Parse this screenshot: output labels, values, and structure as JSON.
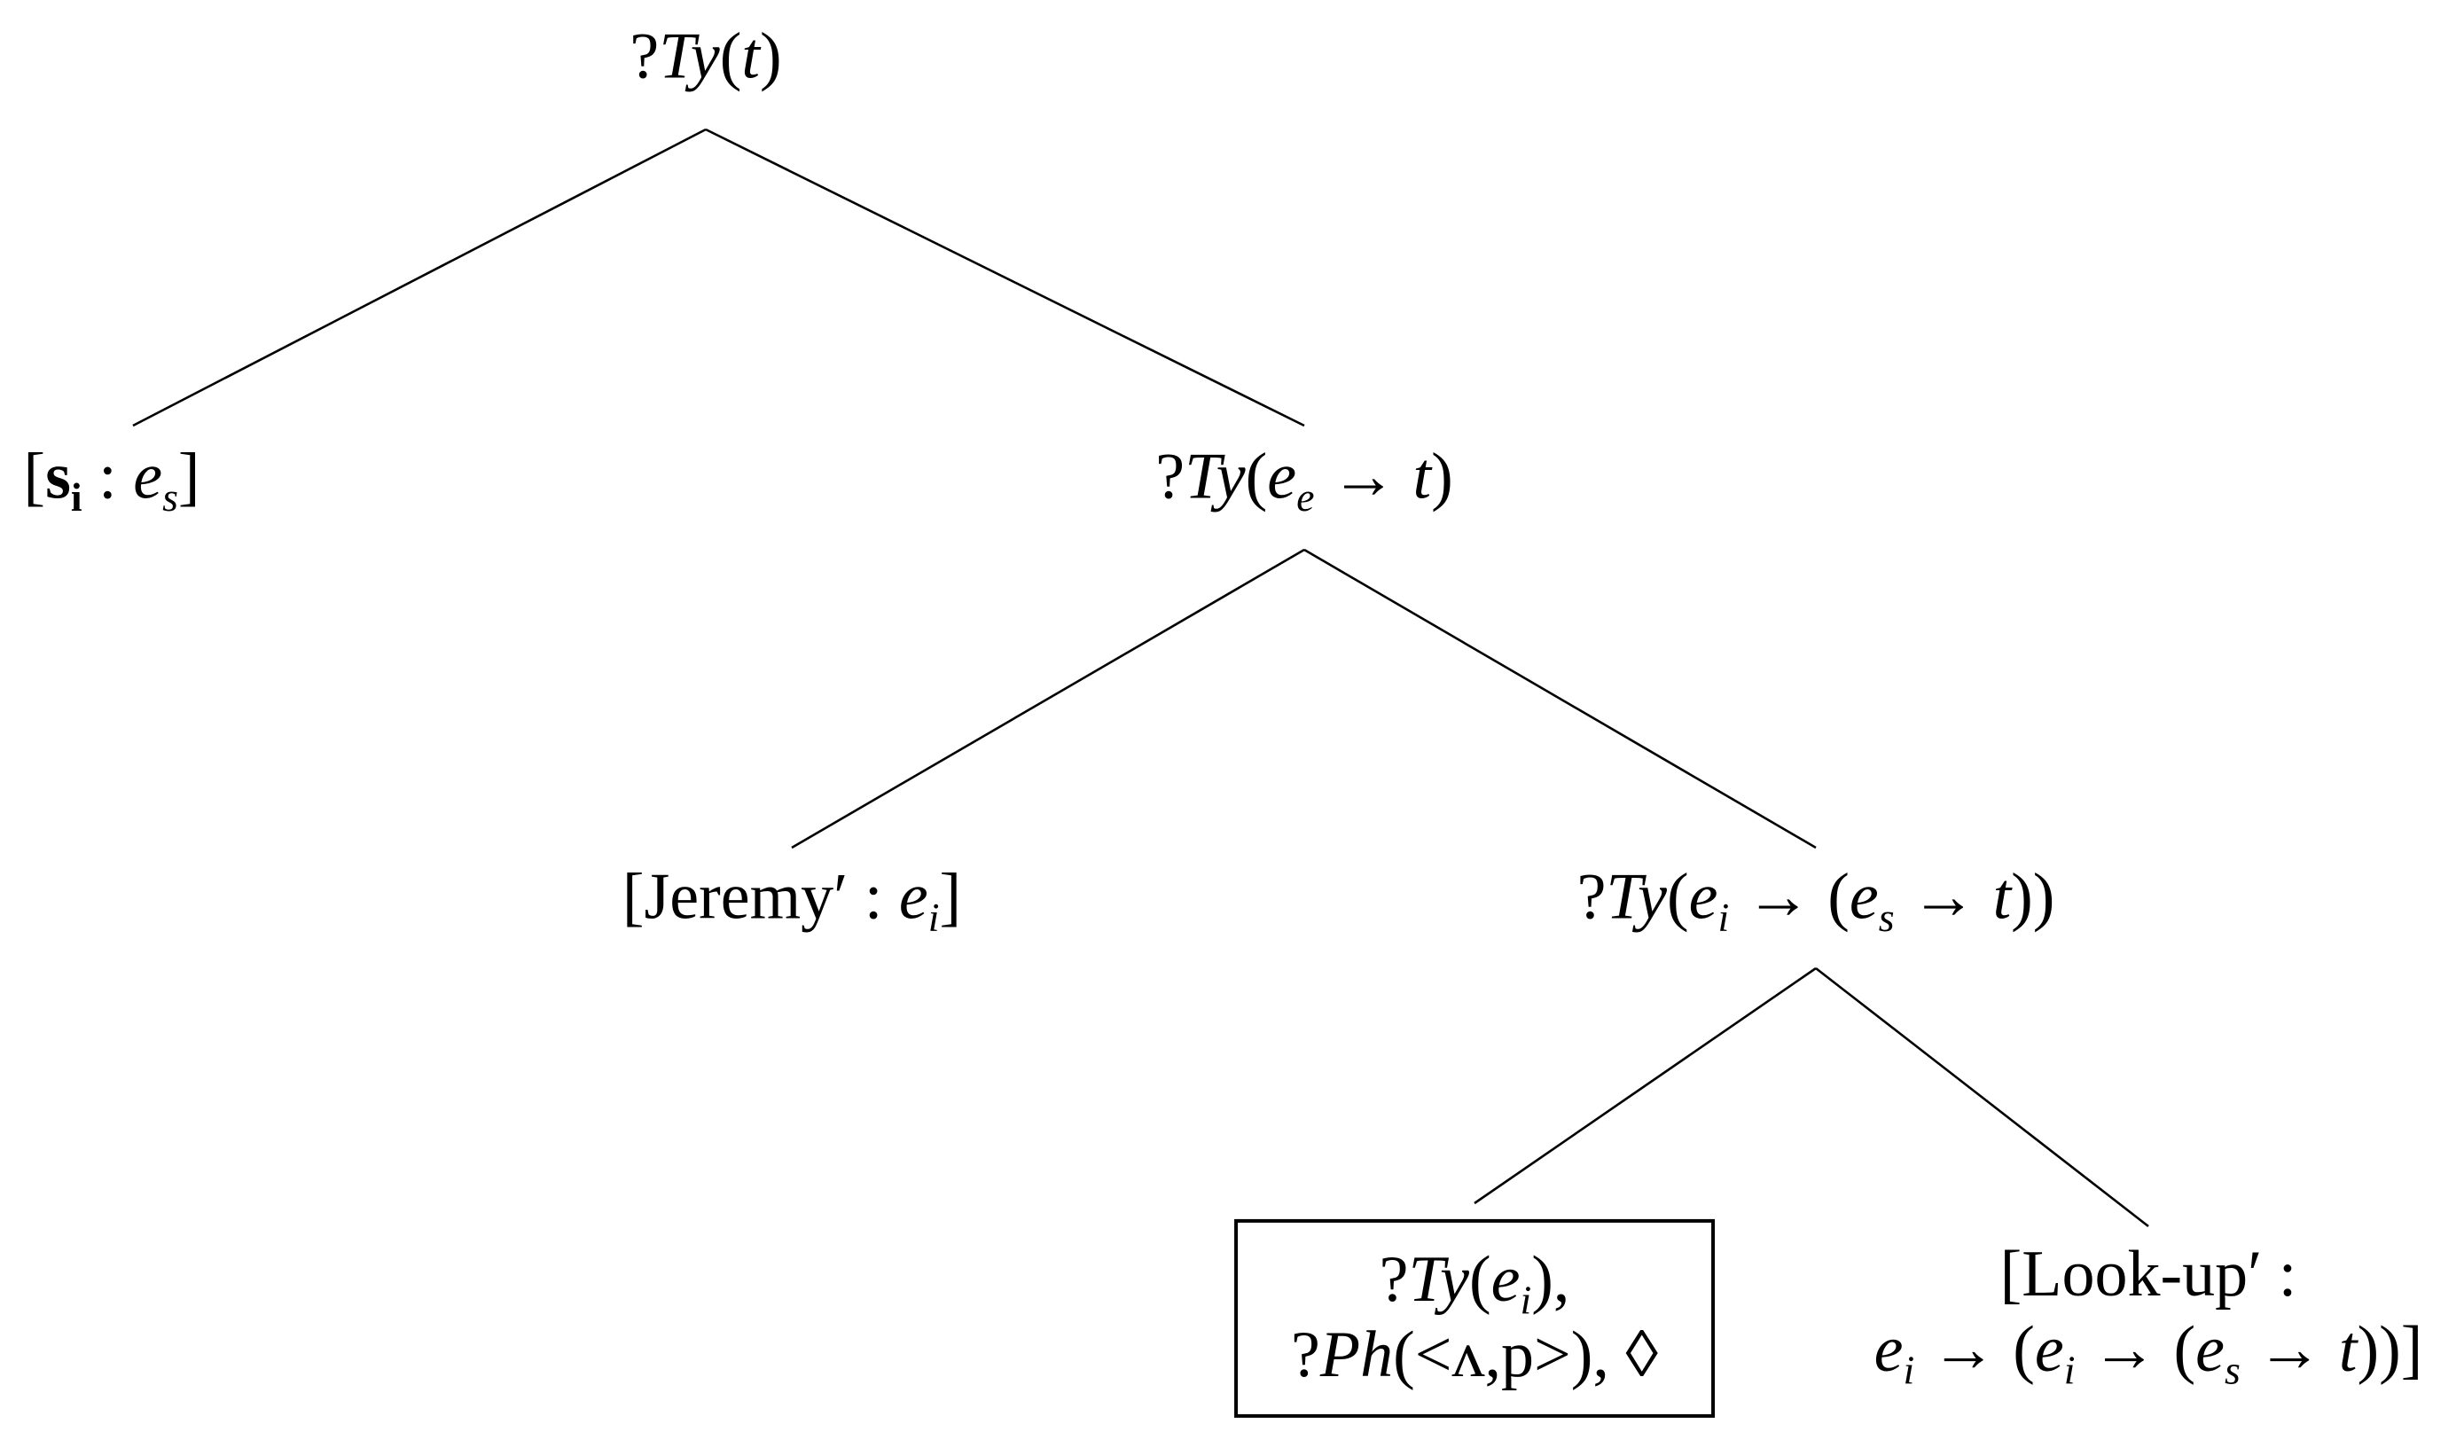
{
  "root": {
    "q": "?",
    "ty": "Ty",
    "open": "(",
    "t": "t",
    "close": ")"
  },
  "left_leaf": {
    "open": "[",
    "s": "s",
    "i": "i",
    "colon": " : ",
    "e": "e",
    "sub": "s",
    "close": "]"
  },
  "mid": {
    "q": "?",
    "ty": "Ty",
    "open": "(",
    "e": "e",
    "sub": "e",
    "arrow": " → ",
    "t": "t",
    "close": ")"
  },
  "jeremy": {
    "open": "[",
    "name": "Jeremy′",
    "colon": " : ",
    "e": "e",
    "sub": "i",
    "close": "]"
  },
  "pred": {
    "q": "?",
    "ty": "Ty",
    "open": "(",
    "e1": "e",
    "sub1": "i",
    "arrow1": " → (",
    "e2": "e",
    "sub2": "s",
    "arrow2": " → ",
    "t": "t",
    "close": "))"
  },
  "boxed": {
    "line1_q": "?",
    "line1_ty": "Ty",
    "line1_open": "(",
    "line1_e": "e",
    "line1_sub": "i",
    "line1_close": "),",
    "line2_q": "?",
    "line2_ph": "Ph",
    "line2_rest": "(<ʌ,p>), ◊"
  },
  "lookup": {
    "line1": "[Look-up′ :",
    "e1": "e",
    "sub1": "i",
    "a1": " → (",
    "e2": "e",
    "sub2": "i",
    "a2": " → (",
    "e3": "e",
    "sub3": "s",
    "a3": " → ",
    "t": "t",
    "close": "))]"
  }
}
